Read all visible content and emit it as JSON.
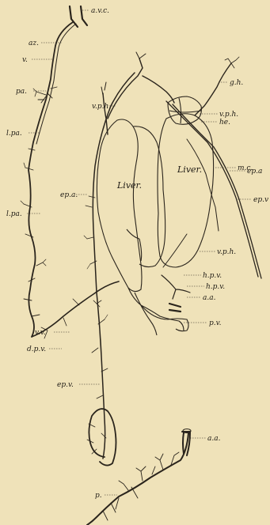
{
  "labels": {
    "avc": "a.v.c.",
    "az": "az.",
    "v": "v.",
    "pa": "pa.",
    "lpa1": "l.pa.",
    "lpa2": "l.pa.",
    "gh": "g.h.",
    "vph_left": "v.p.h.",
    "vph_top": "v.p.h.",
    "he": "he.",
    "mc": "m.c.",
    "epa_mid": "ep.a.",
    "epa_right": "ep.a",
    "epv_right": "ep.v",
    "vph_low": "v.p.h.",
    "hpv1": "h.p.v.",
    "hpv2": "h.p.v.",
    "aa_mid": "a.a.",
    "pv": "p.v.",
    "vv": "v.v.",
    "dpv": "d.p.v.",
    "epv_low": "ep.v.",
    "aa_low": "a.a.",
    "p": "p.",
    "liver_left": "Liver.",
    "liver_right": "Liver."
  }
}
